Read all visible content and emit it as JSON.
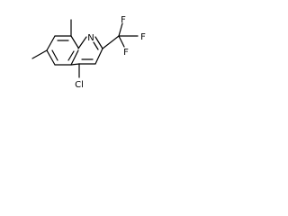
{
  "molecule": {
    "atom_labels": {
      "nitrogen": "N",
      "chlorine": "Cl",
      "fluorine_1": "F",
      "fluorine_2": "F",
      "fluorine_3": "F"
    },
    "bond_color": "#000000",
    "background_color": "#ffffff"
  }
}
